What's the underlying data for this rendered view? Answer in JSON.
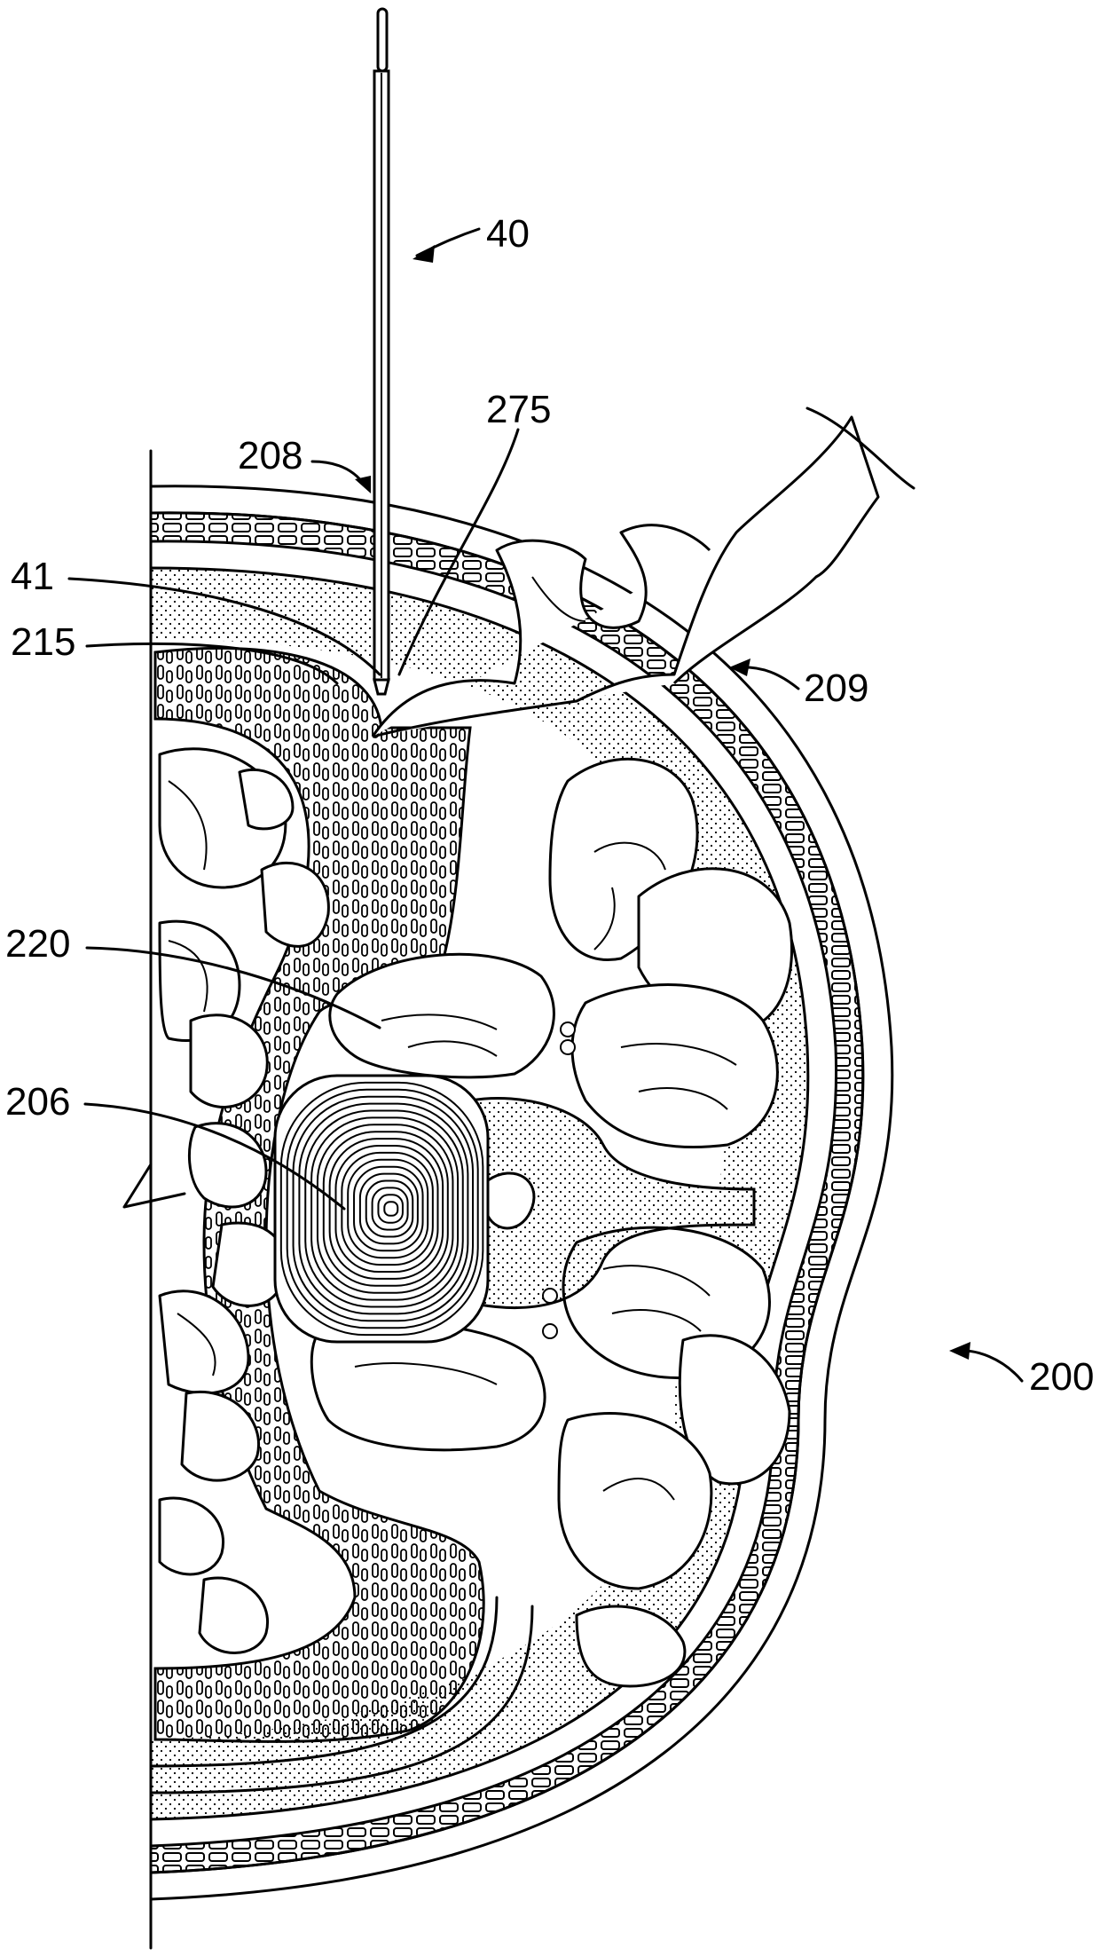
{
  "figure": {
    "labels": {
      "probe": "40",
      "probe_tip": "41",
      "entry_path": "208",
      "finger_contact": "275",
      "hand": "209",
      "layer": "215",
      "structure": "220",
      "disc": "206",
      "body": "200"
    }
  },
  "colors": {
    "line": "#000000",
    "background": "#ffffff"
  }
}
